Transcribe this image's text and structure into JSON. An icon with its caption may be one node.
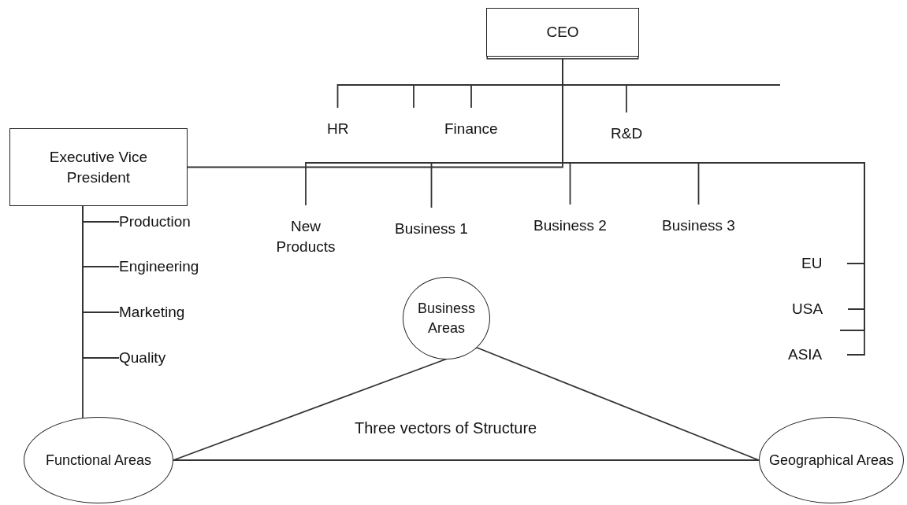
{
  "diagram": {
    "nodes": [
      {
        "text": [
          "CEO"
        ]
      },
      {
        "text": [
          "HR"
        ]
      },
      {
        "text": [
          "Finance"
        ]
      },
      {
        "text": [
          "R&D"
        ]
      },
      {
        "text": [
          "Executive Vice President"
        ]
      },
      {
        "text": [
          "New Products"
        ]
      },
      {
        "text": [
          "Business 1"
        ]
      },
      {
        "text": [
          "Business 2"
        ]
      },
      {
        "text": [
          "Business 3"
        ]
      },
      {
        "text": [
          "Production"
        ]
      },
      {
        "text": [
          "Engineering"
        ]
      },
      {
        "text": [
          "Marketing"
        ]
      },
      {
        "text": [
          "Quality"
        ]
      },
      {
        "text": [
          "EU"
        ]
      },
      {
        "text": [
          "USA"
        ]
      },
      {
        "text": [
          "ASIA"
        ]
      },
      {
        "text": [
          "Business Areas"
        ]
      },
      {
        "text": [
          "Functional Areas"
        ]
      },
      {
        "text": [
          "Geographical Areas"
        ]
      }
    ],
    "edges": [
      {
        "from": 0,
        "to": 1,
        "arrow": "none"
      },
      {
        "from": 0,
        "to": null,
        "arrow": "none"
      },
      {
        "from": 0,
        "to": 2,
        "arrow": "none"
      },
      {
        "from": 0,
        "to": 3,
        "arrow": "none"
      },
      {
        "from": 0,
        "to": null,
        "arrow": "none"
      },
      {
        "from": 0,
        "to": 4,
        "arrow": "none"
      },
      {
        "from": 0,
        "to": 5,
        "arrow": "none"
      },
      {
        "from": 0,
        "to": 6,
        "arrow": "none"
      },
      {
        "from": 0,
        "to": 7,
        "arrow": "none"
      },
      {
        "from": 0,
        "to": 8,
        "arrow": "none"
      },
      {
        "from": 0,
        "to": 13,
        "arrow": "none"
      },
      {
        "from": 0,
        "to": 14,
        "arrow": "none"
      },
      {
        "from": 0,
        "to": null,
        "arrow": "none"
      },
      {
        "from": 0,
        "to": 15,
        "arrow": "none"
      },
      {
        "from": 4,
        "to": 9,
        "arrow": "none"
      },
      {
        "from": 4,
        "to": 10,
        "arrow": "none"
      },
      {
        "from": 4,
        "to": 11,
        "arrow": "none"
      },
      {
        "from": 4,
        "to": 12,
        "arrow": "none"
      },
      {
        "from": 4,
        "to": 17,
        "arrow": "none"
      },
      {
        "from": 16,
        "to": 17,
        "arrow": "none"
      },
      {
        "from": 16,
        "to": 18,
        "arrow": "none"
      },
      {
        "from": 17,
        "to": 18,
        "arrow": "none"
      }
    ],
    "labels": [
      "Three vectors of Structure"
    ]
  }
}
